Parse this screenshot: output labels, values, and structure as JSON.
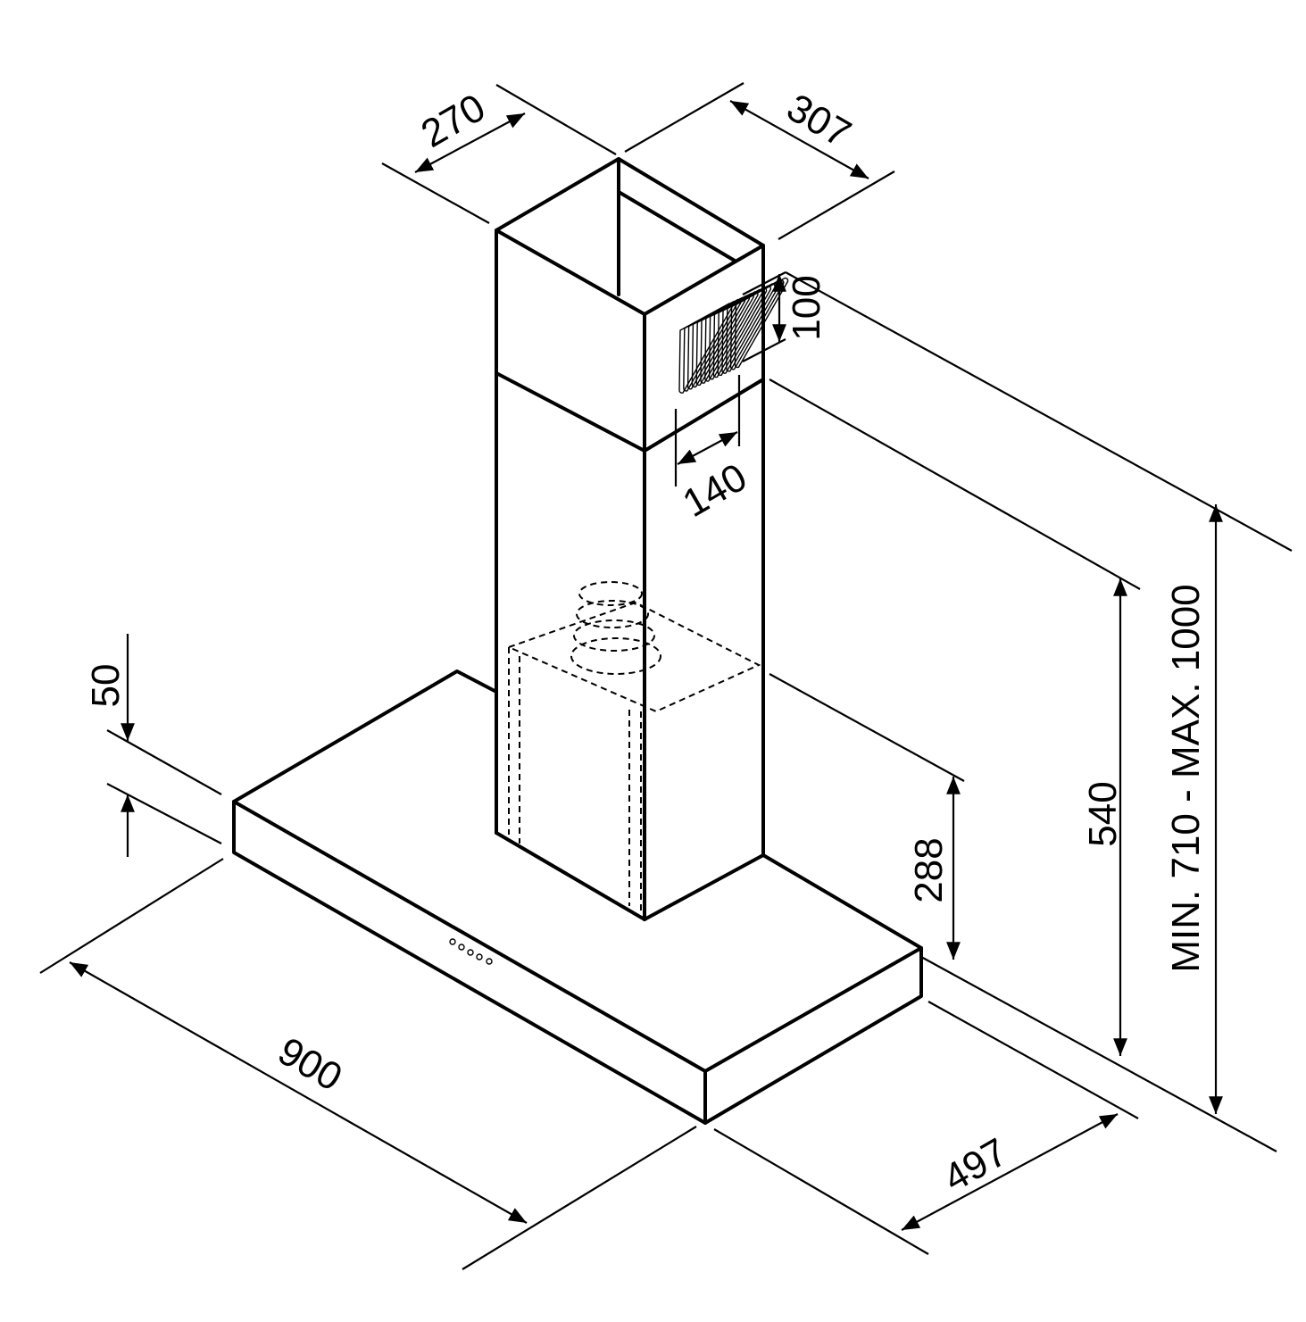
{
  "title": "Chimney hood dimension drawing",
  "dimensions": {
    "chimney_depth": "270",
    "chimney_width": "307",
    "vent_height": "100",
    "vent_width": "140",
    "hood_thickness": "50",
    "lower_chimney_height": "288",
    "chimney_height": "540",
    "total_height": "MIN. 710 - MAX. 1000",
    "hood_width": "900",
    "hood_depth": "497"
  }
}
